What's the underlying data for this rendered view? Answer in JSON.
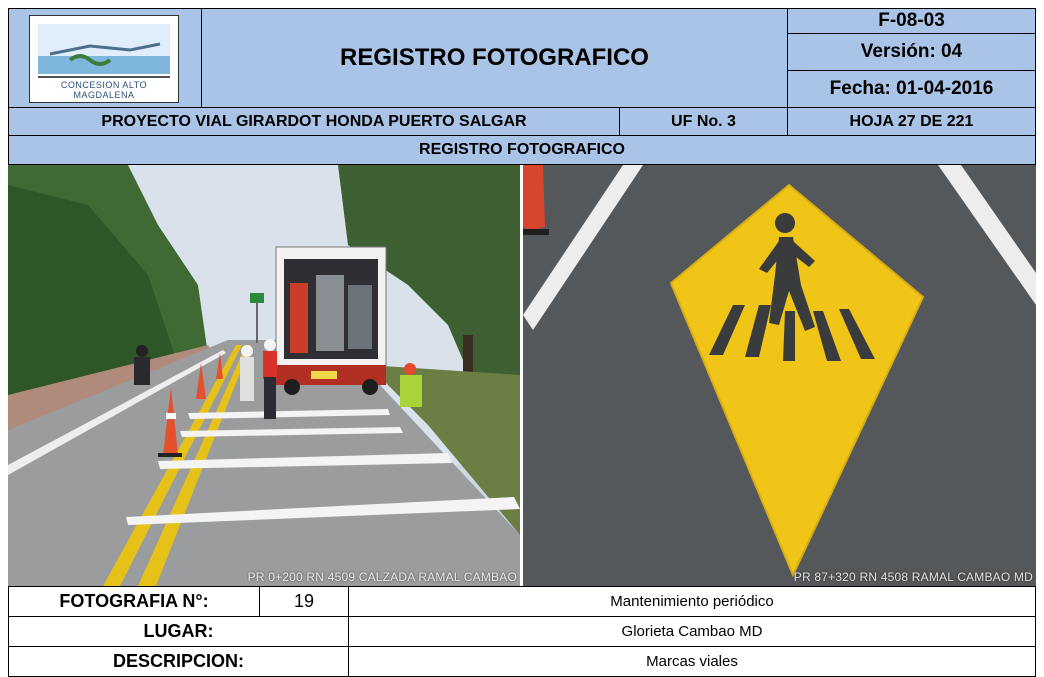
{
  "header": {
    "title": "REGISTRO FOTOGRAFICO",
    "code": "F-08-03",
    "version": "Versión: 04",
    "date": "Fecha: 01-04-2016",
    "logo_text": "CONCESION ALTO MAGDALENA"
  },
  "project": {
    "name": "PROYECTO VIAL GIRARDOT HONDA PUERTO SALGAR",
    "uf": "UF No. 3",
    "sheet": "HOJA 27 DE 221"
  },
  "section_title": "REGISTRO FOTOGRAFICO",
  "photos": {
    "left_caption": "PR 0+200 RN 4509 CALZADA RAMAL CAMBAO",
    "right_caption": "PR 87+320  RN 4508 RAMAL CAMBAO MD"
  },
  "info": {
    "photo_label": "FOTOGRAFIA N°:",
    "photo_number": "19",
    "photo_title": "Mantenimiento periódico",
    "place_label": "LUGAR:",
    "place_value": "Glorieta Cambao MD",
    "desc_label": "DESCRIPCION:",
    "desc_value": "Marcas viales"
  },
  "colors": {
    "header_blue": "#a9c4e6",
    "sign_yellow": "#f1c40f",
    "asphalt": "#55575a"
  }
}
